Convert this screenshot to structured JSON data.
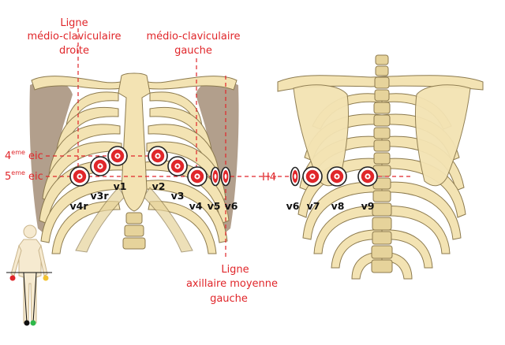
{
  "annotations": {
    "line_right": [
      "Ligne",
      "médio-claviculaire",
      "droite"
    ],
    "line_left": [
      "médio-claviculaire",
      "gauche"
    ],
    "line_axillary": [
      "Ligne",
      "axillaire moyenne",
      "gauche"
    ],
    "eic4_num": "4",
    "eic4_sup": "eme",
    "eic4_text": " eic",
    "eic5_num": "5",
    "eic5_sup": "eme",
    "eic5_text": " eic",
    "h4": "H4"
  },
  "front_leads": [
    "v1",
    "v2",
    "v3r",
    "v3",
    "v4r",
    "v4",
    "v5",
    "v6"
  ],
  "back_leads": [
    "v6",
    "v7",
    "v8",
    "v9"
  ],
  "colors": {
    "accent": "#e0262a",
    "bone": "#f3e3b3",
    "bone_shadow": "#a58e78",
    "electrode_red": "#e0262a",
    "figure_yellow": "#f2c230",
    "figure_green": "#2fb84a",
    "figure_black": "#111111"
  }
}
